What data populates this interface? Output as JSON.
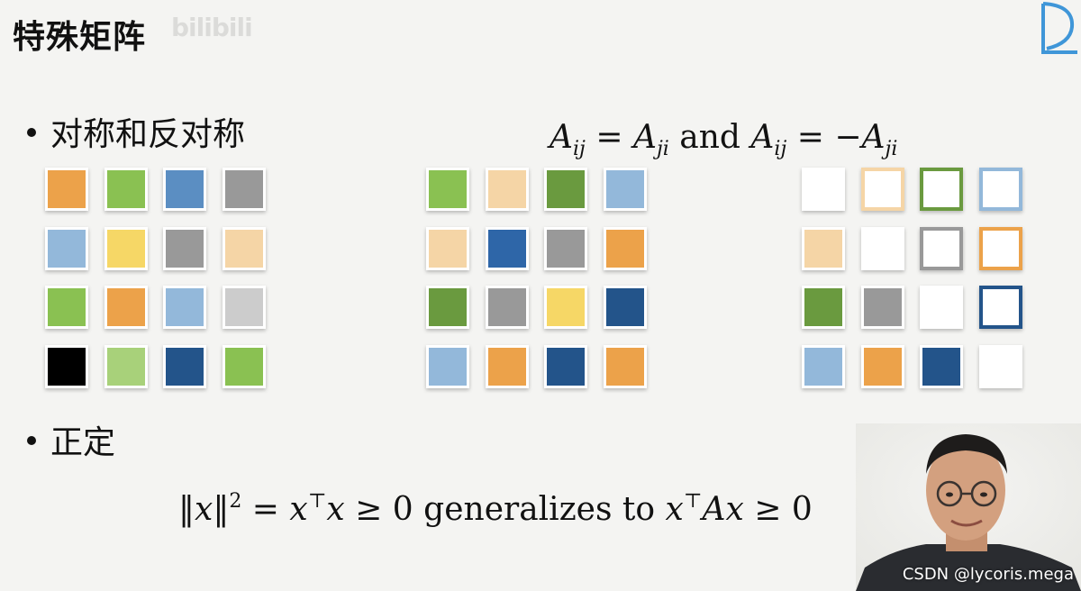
{
  "title": "特殊矩阵",
  "watermark": "bilibili",
  "bullets": {
    "first": "对称和反对称",
    "second": "正定"
  },
  "formula_symmetric": {
    "a": "A",
    "ij": "ij",
    "eq": "=",
    "ji": "ji",
    "and": "and",
    "neg": "−"
  },
  "formula_posdef": {
    "x": "x",
    "two": "2",
    "eq": "=",
    "top": "⊤",
    "geq": "≥",
    "zero": "0",
    "gen": "generalizes to",
    "A": "A"
  },
  "credit": "CSDN @lycoris.mega",
  "colors": {
    "orange": "#ECA24A",
    "green": "#8AC152",
    "darkgreen": "#6A9A3F",
    "lightgreen": "#A8D17A",
    "steelblue": "#5B8EC2",
    "lightblue": "#93B8DA",
    "navy": "#23548A",
    "midblue": "#2E66A8",
    "gray": "#999999",
    "lightgray": "#CCCCCC",
    "peach": "#F5D5A6",
    "yellow": "#F6D766",
    "black": "#000000",
    "white": "#FFFFFF"
  },
  "matrices": {
    "general": [
      [
        "orange",
        "green",
        "steelblue",
        "gray"
      ],
      [
        "lightblue",
        "yellow",
        "gray",
        "peach"
      ],
      [
        "green",
        "orange",
        "lightblue",
        "lightgray"
      ],
      [
        "black",
        "lightgreen",
        "navy",
        "green"
      ]
    ],
    "symmetric": [
      [
        "green",
        "peach",
        "darkgreen",
        "lightblue"
      ],
      [
        "peach",
        "midblue",
        "gray",
        "orange"
      ],
      [
        "darkgreen",
        "gray",
        "yellow",
        "navy"
      ],
      [
        "lightblue",
        "orange",
        "navy",
        "orange"
      ]
    ],
    "antisymmetric": [
      [
        "white",
        "o:peach",
        "o:darkgreen",
        "o:lightblue"
      ],
      [
        "peach",
        "white",
        "o:gray",
        "o:orange"
      ],
      [
        "darkgreen",
        "gray",
        "white",
        "o:navy"
      ],
      [
        "lightblue",
        "orange",
        "navy",
        "white"
      ]
    ]
  }
}
